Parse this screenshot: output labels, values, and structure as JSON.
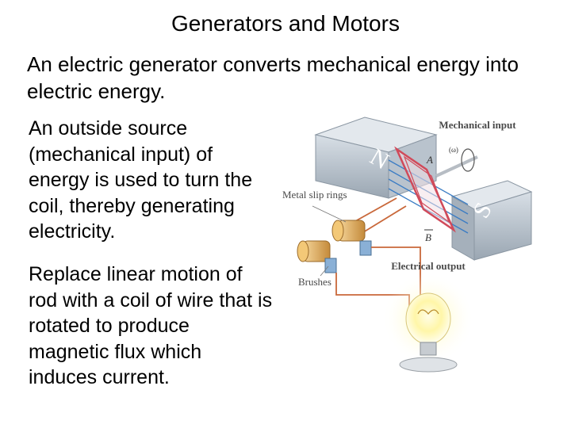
{
  "slide": {
    "title": "Generators and Motors",
    "intro": "An electric generator converts mechanical energy into electric energy.",
    "paragraph1": "An outside source (mechanical input) of energy is used to turn the coil, thereby generating electricity.",
    "paragraph2": "Replace linear motion of rod with a coil of wire that is rotated to produce magnetic flux which induces current."
  },
  "figure": {
    "mechanical_input": "Mechanical input",
    "omega_label": "(ω)",
    "area_label": "A",
    "field_label": "B",
    "north_label": "N",
    "south_label": "S",
    "slip_rings": "Metal slip rings",
    "brushes": "Brushes",
    "electrical_output": "Electrical output"
  }
}
